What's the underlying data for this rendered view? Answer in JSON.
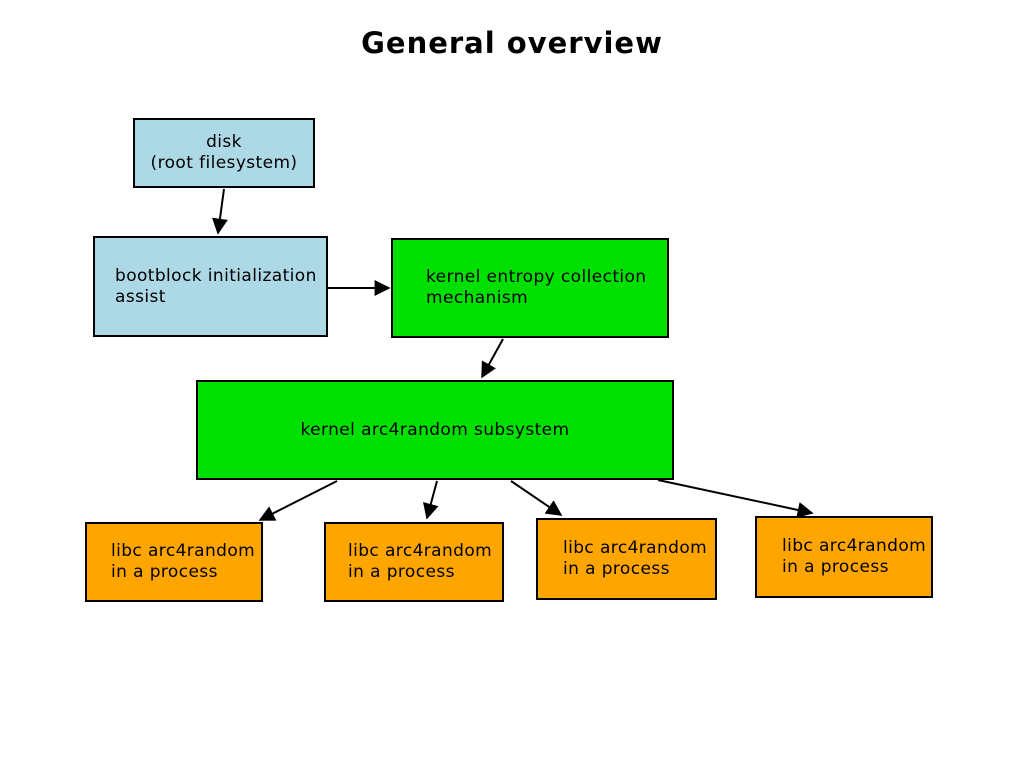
{
  "title": "General overview",
  "diagram": {
    "background": "#ffffff",
    "arrow_color": "#000000",
    "border_color": "#000000",
    "nodes": {
      "disk": {
        "lines": [
          "disk",
          "(root filesystem)"
        ],
        "color": "#add8e6"
      },
      "bootblock": {
        "lines": [
          "bootblock initialization",
          "assist"
        ],
        "color": "#add8e6"
      },
      "entropy": {
        "lines": [
          "kernel entropy collection",
          "mechanism"
        ],
        "color": "#00e000"
      },
      "arc4random": {
        "lines": [
          "kernel arc4random subsystem"
        ],
        "color": "#00e000"
      },
      "proc1": {
        "lines": [
          "libc arc4random",
          "in a process"
        ],
        "color": "#ffa500"
      },
      "proc2": {
        "lines": [
          "libc arc4random",
          "in a process"
        ],
        "color": "#ffa500"
      },
      "proc3": {
        "lines": [
          "libc arc4random",
          "in a process"
        ],
        "color": "#ffa500"
      },
      "proc4": {
        "lines": [
          "libc arc4random",
          "in a process"
        ],
        "color": "#ffa500"
      }
    },
    "edges": [
      {
        "from": "disk",
        "to": "bootblock"
      },
      {
        "from": "bootblock",
        "to": "entropy"
      },
      {
        "from": "entropy",
        "to": "arc4random"
      },
      {
        "from": "arc4random",
        "to": "proc1"
      },
      {
        "from": "arc4random",
        "to": "proc2"
      },
      {
        "from": "arc4random",
        "to": "proc3"
      },
      {
        "from": "arc4random",
        "to": "proc4"
      }
    ]
  }
}
